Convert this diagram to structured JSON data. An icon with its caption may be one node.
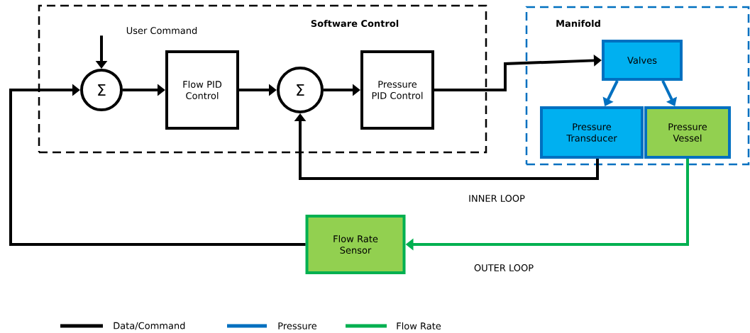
{
  "diagram": {
    "nodes": [
      {
        "text": [
          "Software Control"
        ]
      },
      {
        "text": [
          "User Command"
        ],
        "in": 0
      },
      {
        "text": [
          "Σ"
        ],
        "in": 0
      },
      {
        "text": [
          "Flow PID Control"
        ],
        "in": 0
      },
      {
        "text": [
          "Σ"
        ],
        "in": 0
      },
      {
        "text": [
          "Pressure PID Control"
        ],
        "in": 0
      },
      {
        "text": [
          "Manifold"
        ]
      },
      {
        "text": [
          "Valves"
        ],
        "in": 6
      },
      {
        "text": [
          "Pressure Transducer"
        ],
        "in": 6
      },
      {
        "text": [
          "Pressure Vessel"
        ],
        "in": 6
      },
      {
        "text": [
          "Flow Rate Sensor"
        ]
      }
    ],
    "edges": [
      {
        "from": 1,
        "to": 2,
        "arrow": "to"
      },
      {
        "from": 2,
        "to": 3,
        "arrow": "to"
      },
      {
        "from": 3,
        "to": 4,
        "arrow": "to"
      },
      {
        "from": 4,
        "to": 5,
        "arrow": "to"
      },
      {
        "from": 5,
        "to": 7,
        "arrow": "to"
      },
      {
        "from": 7,
        "to": 8,
        "arrow": "to",
        "color": "#0070c0"
      },
      {
        "from": 7,
        "to": 9,
        "arrow": "to",
        "color": "#0070c0"
      },
      {
        "from": 8,
        "to": 4,
        "arrow": "to",
        "label": "INNER LOOP"
      },
      {
        "from": 9,
        "to": 10,
        "arrow": "to",
        "label": "OUTER LOOP",
        "color": "#00b050"
      },
      {
        "from": 10,
        "to": 2,
        "arrow": "to"
      }
    ],
    "legend": [
      {
        "text": "Data/Command",
        "color": "#000000"
      },
      {
        "text": "Pressure",
        "color": "#0070c0"
      },
      {
        "text": "Flow Rate",
        "color": "#00b050"
      }
    ]
  }
}
